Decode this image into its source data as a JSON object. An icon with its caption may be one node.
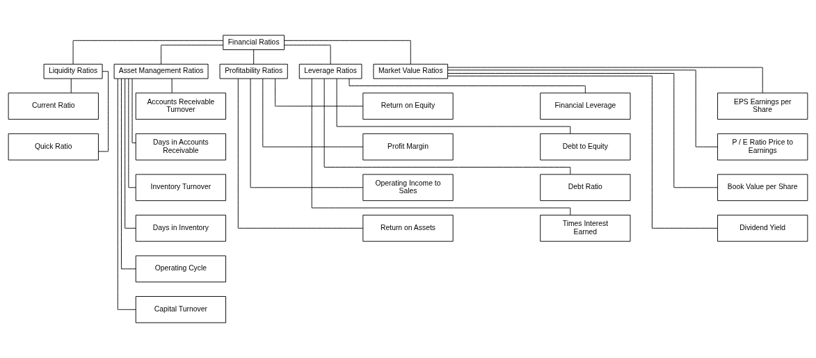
{
  "diagram": {
    "nodes": [
      {
        "text": [
          "Financial Ratios"
        ]
      },
      {
        "text": [
          "Liquidity Ratios"
        ]
      },
      {
        "text": [
          "Asset Management Ratios"
        ]
      },
      {
        "text": [
          "Profitability Ratios"
        ]
      },
      {
        "text": [
          "Leverage Ratios"
        ]
      },
      {
        "text": [
          "Market Value Ratios"
        ]
      },
      {
        "text": [
          "Current Ratio"
        ]
      },
      {
        "text": [
          "Quick Ratio"
        ]
      },
      {
        "text": [
          "Accounts Receivable Turnover"
        ]
      },
      {
        "text": [
          "Days in Accounts Receivable"
        ]
      },
      {
        "text": [
          "Inventory Turnover"
        ]
      },
      {
        "text": [
          "Days in Inventory"
        ]
      },
      {
        "text": [
          "Operating Cycle"
        ]
      },
      {
        "text": [
          "Capital Turnover"
        ]
      },
      {
        "text": [
          "Return on Equity"
        ]
      },
      {
        "text": [
          "Profit Margin"
        ]
      },
      {
        "text": [
          "Operating Income to Sales"
        ]
      },
      {
        "text": [
          "Return on Assets"
        ]
      },
      {
        "text": [
          "Financial Leverage"
        ]
      },
      {
        "text": [
          "Debt to Equity"
        ]
      },
      {
        "text": [
          "Debt Ratio"
        ]
      },
      {
        "text": [
          "Times Interest Earned"
        ]
      },
      {
        "text": [
          "EPS Earnings per Share"
        ]
      },
      {
        "text": [
          "P / E Ratio Price to Earnings"
        ]
      },
      {
        "text": [
          "Book Value per Share"
        ]
      },
      {
        "text": [
          "Dividend Yield"
        ]
      }
    ],
    "edges": [
      {
        "from": 0,
        "to": 1,
        "arrow": "none"
      },
      {
        "from": 0,
        "to": 2,
        "arrow": "none"
      },
      {
        "from": 0,
        "to": 3,
        "arrow": "none"
      },
      {
        "from": 0,
        "to": 4,
        "arrow": "none"
      },
      {
        "from": 0,
        "to": 5,
        "arrow": "none"
      },
      {
        "from": 1,
        "to": 6,
        "arrow": "none"
      },
      {
        "from": 1,
        "to": 7,
        "arrow": "none"
      },
      {
        "from": 2,
        "to": 8,
        "arrow": "none"
      },
      {
        "from": 2,
        "to": 9,
        "arrow": "none"
      },
      {
        "from": 2,
        "to": 10,
        "arrow": "none"
      },
      {
        "from": 2,
        "to": 11,
        "arrow": "none"
      },
      {
        "from": 2,
        "to": 12,
        "arrow": "none"
      },
      {
        "from": 2,
        "to": 13,
        "arrow": "none"
      },
      {
        "from": 3,
        "to": 14,
        "arrow": "none"
      },
      {
        "from": 3,
        "to": 15,
        "arrow": "none"
      },
      {
        "from": 3,
        "to": 16,
        "arrow": "none"
      },
      {
        "from": 3,
        "to": 17,
        "arrow": "none"
      },
      {
        "from": 4,
        "to": 18,
        "arrow": "none"
      },
      {
        "from": 4,
        "to": 19,
        "arrow": "none"
      },
      {
        "from": 4,
        "to": 20,
        "arrow": "none"
      },
      {
        "from": 4,
        "to": 21,
        "arrow": "none"
      },
      {
        "from": 5,
        "to": 22,
        "arrow": "none"
      },
      {
        "from": 5,
        "to": 23,
        "arrow": "none"
      },
      {
        "from": 5,
        "to": 24,
        "arrow": "none"
      },
      {
        "from": 5,
        "to": 25,
        "arrow": "none"
      }
    ]
  }
}
